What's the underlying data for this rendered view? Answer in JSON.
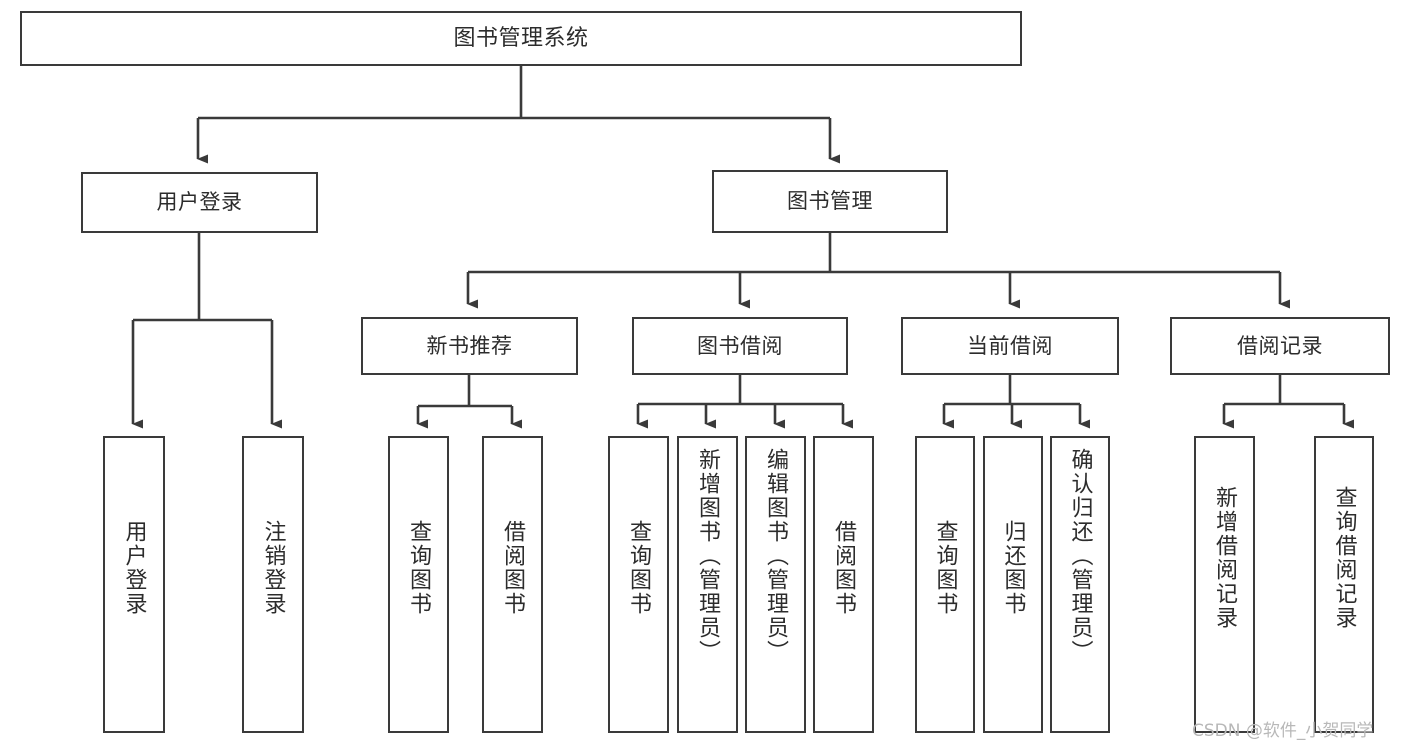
{
  "diagram": {
    "title": "图书管理系统",
    "type": "tree-hierarchy-chart",
    "arrow_color": "#3a3a3a",
    "box_border_color": "#3a3a3a",
    "box_fill_color": "#ffffff",
    "text_color": "#2c2c2c"
  },
  "root": {
    "label": "图书管理系统"
  },
  "level1": [
    {
      "label": "用户登录"
    },
    {
      "label": "图书管理"
    }
  ],
  "user_login_children": [
    {
      "label": "用户登录"
    },
    {
      "label": "注销登录"
    }
  ],
  "level2": [
    {
      "label": "新书推荐"
    },
    {
      "label": "图书借阅"
    },
    {
      "label": "当前借阅"
    },
    {
      "label": "借阅记录"
    }
  ],
  "new_book_children": [
    {
      "label": "查询图书"
    },
    {
      "label": "借阅图书"
    }
  ],
  "borrow_book_children": [
    {
      "label": "查询图书"
    },
    {
      "label": "新增图书（管理员）"
    },
    {
      "label": "编辑图书（管理员）"
    },
    {
      "label": "借阅图书"
    }
  ],
  "current_borrow_children": [
    {
      "label": "查询图书"
    },
    {
      "label": "归还图书"
    },
    {
      "label": "确认归还（管理员）"
    }
  ],
  "borrow_record_children": [
    {
      "label": "新增借阅记录"
    },
    {
      "label": "查询借阅记录"
    }
  ],
  "watermark": {
    "text": "CSDN @软件_小贺同学"
  }
}
